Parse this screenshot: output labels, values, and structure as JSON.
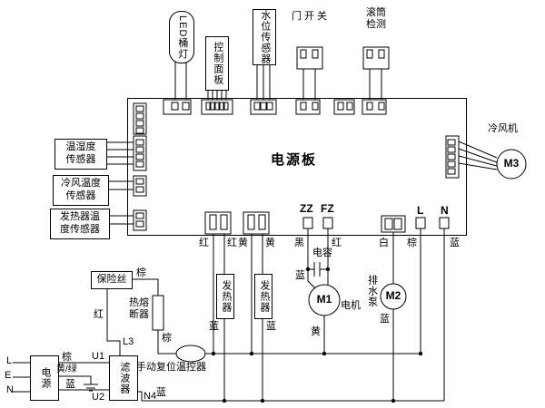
{
  "board": {
    "title": "电源板"
  },
  "top": {
    "led_lamp": "LED桶灯",
    "control_panel": "控制面板",
    "water_level_sensor": "水位传感器",
    "door_switch": "门开关",
    "drum_detect": "滚筒\n检测"
  },
  "left": {
    "temp_humidity_sensor": "温湿度\n传感器",
    "cool_air_temp_sensor": "冷风温度\n传感器",
    "heater_temp_sensor": "发热器温\n度传感器"
  },
  "right": {
    "cool_fan": "冷风机",
    "m3": "M3"
  },
  "power_section": {
    "zz": "ZZ",
    "fz": "FZ",
    "l_out": "L",
    "n_out": "N",
    "heater": "发热器",
    "capacitor": "电容",
    "m1": "M1",
    "motor": "电机",
    "m2": "M2",
    "drain_pump": "排水泵"
  },
  "mains": {
    "fuse": "保险丝",
    "thermal_fuse": "热熔\n断器",
    "manual_thermostat": "手动复位温控器",
    "power": "电源",
    "filter": "滤波器",
    "l_in": "L",
    "e_in": "E",
    "n_in": "N",
    "u1": "U1",
    "u2": "U2",
    "l3": "L3",
    "n4": "N4"
  },
  "wire_colors": {
    "red": "红",
    "yellow": "黄",
    "blue": "蓝",
    "brown": "棕",
    "black": "黑",
    "white": "白",
    "yellow_green": "黄/绿"
  }
}
